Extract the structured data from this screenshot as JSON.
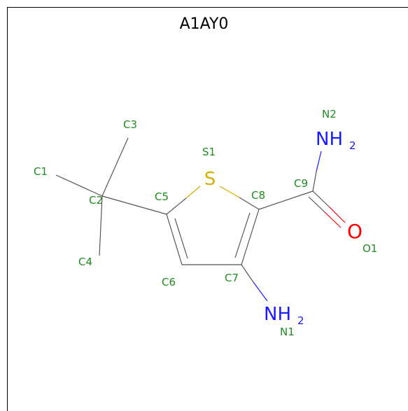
{
  "title": "A1AY0",
  "colors": {
    "bond": "#555555",
    "label": "#228b22",
    "sulfur": "#d4b000",
    "nitrogen": "#1a1aff",
    "oxygen": "#ff0000"
  },
  "atoms": {
    "S": "S",
    "N2_main": "NH",
    "N2_sub": "2",
    "N1_main": "NH",
    "N1_sub": "2",
    "O": "O"
  },
  "labels": {
    "C1": "C1",
    "C2": "C2",
    "C3": "C3",
    "C4": "C4",
    "C5": "C5",
    "C6": "C6",
    "C7": "C7",
    "C8": "C8",
    "C9": "C9",
    "S1": "S1",
    "N1": "N1",
    "N2": "N2",
    "O1": "O1"
  }
}
